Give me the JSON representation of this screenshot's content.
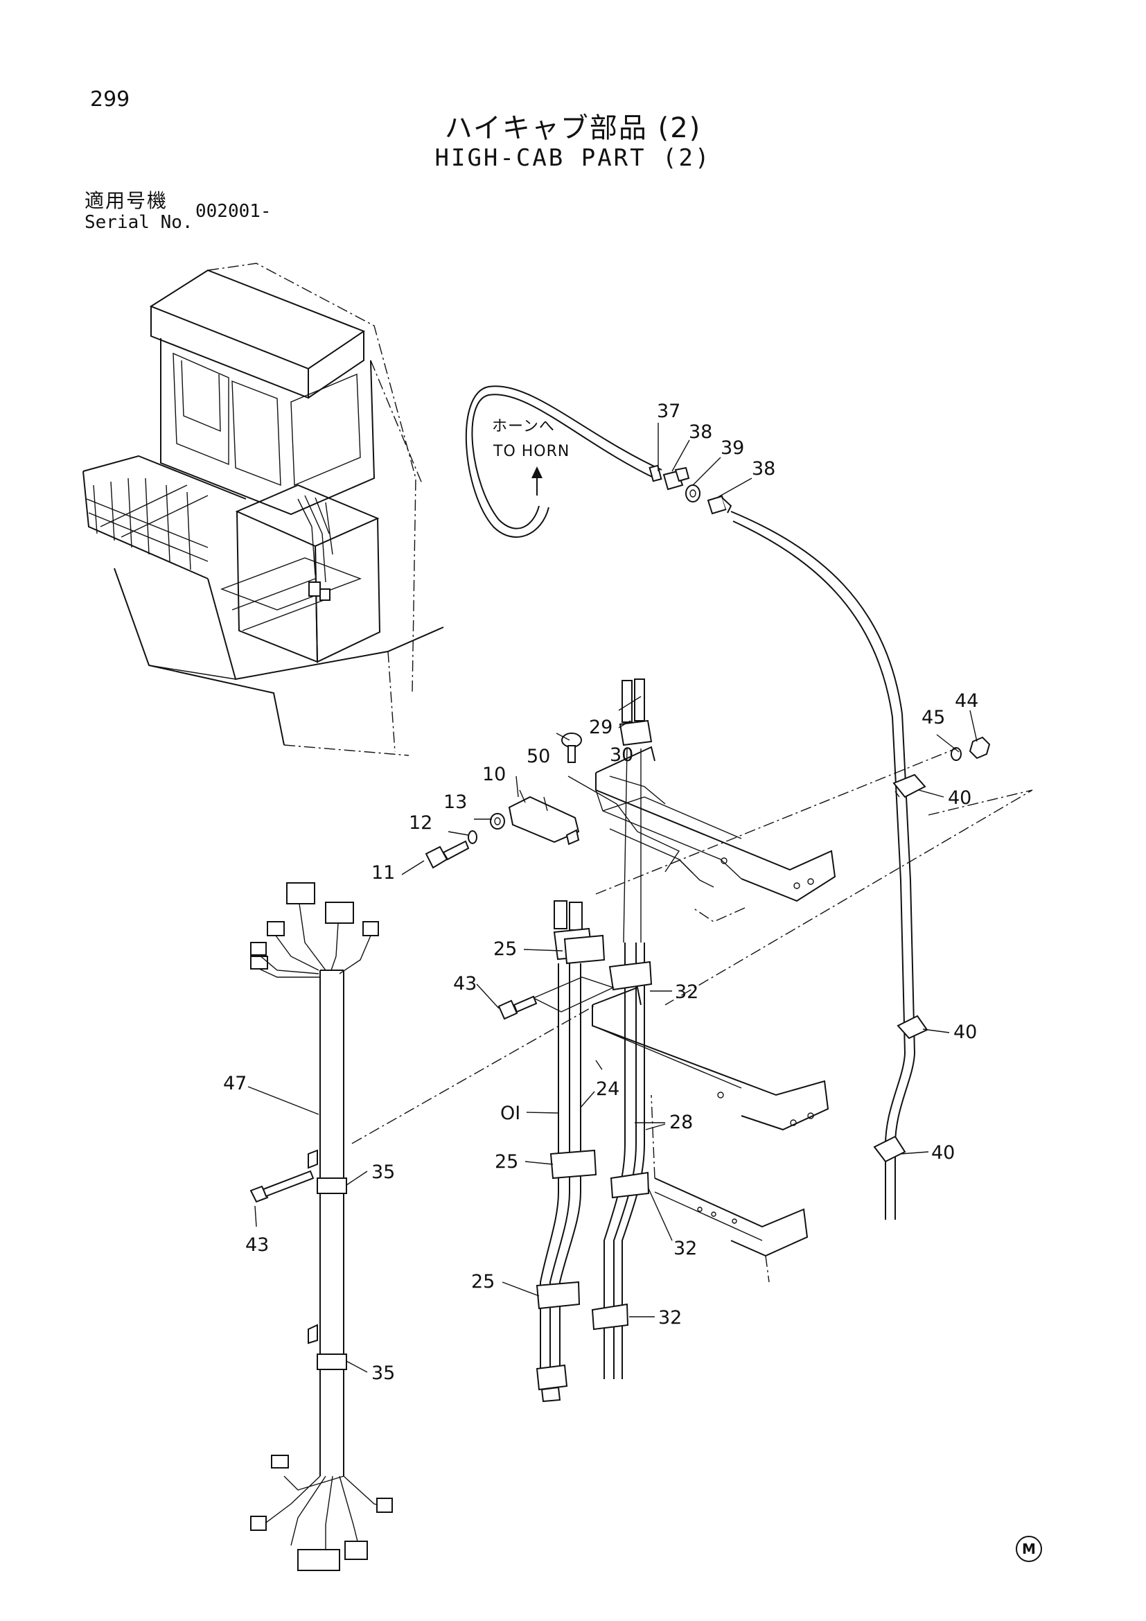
{
  "page": {
    "number": "299",
    "title_jp": "ハイキャブ部品 (2)",
    "title_en": "HIGH-CAB PART (2)",
    "serial_label_jp": "適用号機",
    "serial_label_en": "Serial No.",
    "serial_value": "002001-",
    "corner_mark": "M"
  },
  "diagram": {
    "note_jp": "ホーンへ",
    "note_en": "TO HORN",
    "callouts": {
      "c37": "37",
      "c38a": "38",
      "c39": "39",
      "c38b": "38",
      "c44": "44",
      "c45": "45",
      "c29": "29",
      "c30": "30",
      "c50": "50",
      "c10": "10",
      "c13": "13",
      "c12": "12",
      "c11": "11",
      "c40a": "40",
      "c40b": "40",
      "c40c": "40",
      "c25a": "25",
      "c43a": "43",
      "c32a": "32",
      "c47": "47",
      "c01": "OI",
      "c24": "24",
      "c28": "28",
      "c25b": "25",
      "c35a": "35",
      "c43b": "43",
      "c32b": "32",
      "c25c": "25",
      "c32c": "32",
      "c35b": "35"
    }
  }
}
